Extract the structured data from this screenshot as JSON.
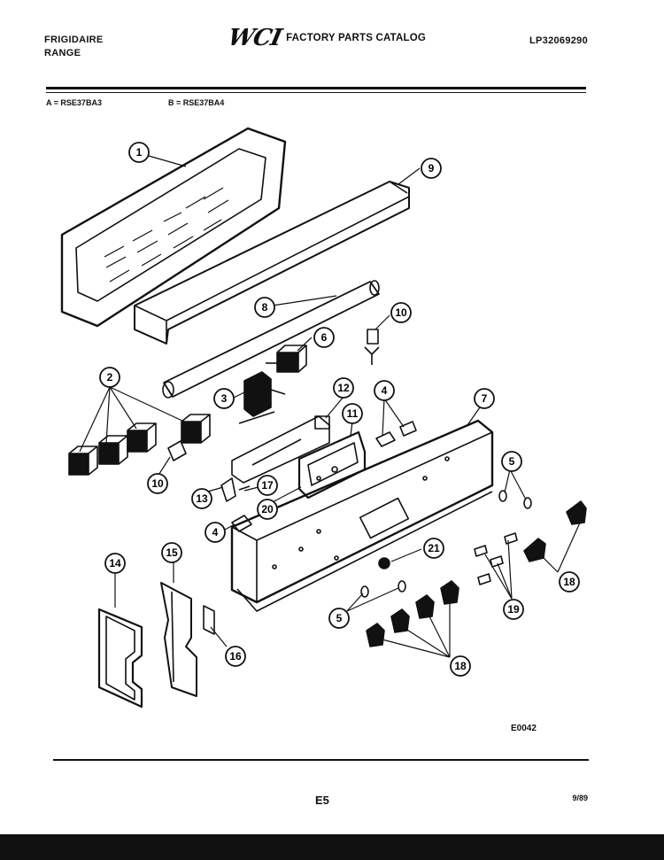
{
  "header": {
    "brand": "FRIGIDAIRE",
    "product": "RANGE",
    "logo": "WCI",
    "catalog_title": "FACTORY PARTS CATALOG",
    "catalog_number": "LP32069290"
  },
  "models": {
    "a": "A = RSE37BA3",
    "b": "B = RSE37BA4"
  },
  "callouts": [
    {
      "id": "c1",
      "label": "1"
    },
    {
      "id": "c9",
      "label": "9"
    },
    {
      "id": "c8",
      "label": "8"
    },
    {
      "id": "c10a",
      "label": "10"
    },
    {
      "id": "c6",
      "label": "6"
    },
    {
      "id": "c2",
      "label": "2"
    },
    {
      "id": "c3",
      "label": "3"
    },
    {
      "id": "c12",
      "label": "12"
    },
    {
      "id": "c4a",
      "label": "4"
    },
    {
      "id": "c7",
      "label": "7"
    },
    {
      "id": "c11",
      "label": "11"
    },
    {
      "id": "c10b",
      "label": "10"
    },
    {
      "id": "c13",
      "label": "13"
    },
    {
      "id": "c17",
      "label": "17"
    },
    {
      "id": "c20",
      "label": "20"
    },
    {
      "id": "c5a",
      "label": "5"
    },
    {
      "id": "c4b",
      "label": "4"
    },
    {
      "id": "c21",
      "label": "21"
    },
    {
      "id": "c18a",
      "label": "18"
    },
    {
      "id": "c19",
      "label": "19"
    },
    {
      "id": "c14",
      "label": "14"
    },
    {
      "id": "c15",
      "label": "15"
    },
    {
      "id": "c5b",
      "label": "5"
    },
    {
      "id": "c16",
      "label": "16"
    },
    {
      "id": "c18b",
      "label": "18"
    }
  ],
  "drawing_code": "E0042",
  "page_number": "E5",
  "date": "9/89"
}
